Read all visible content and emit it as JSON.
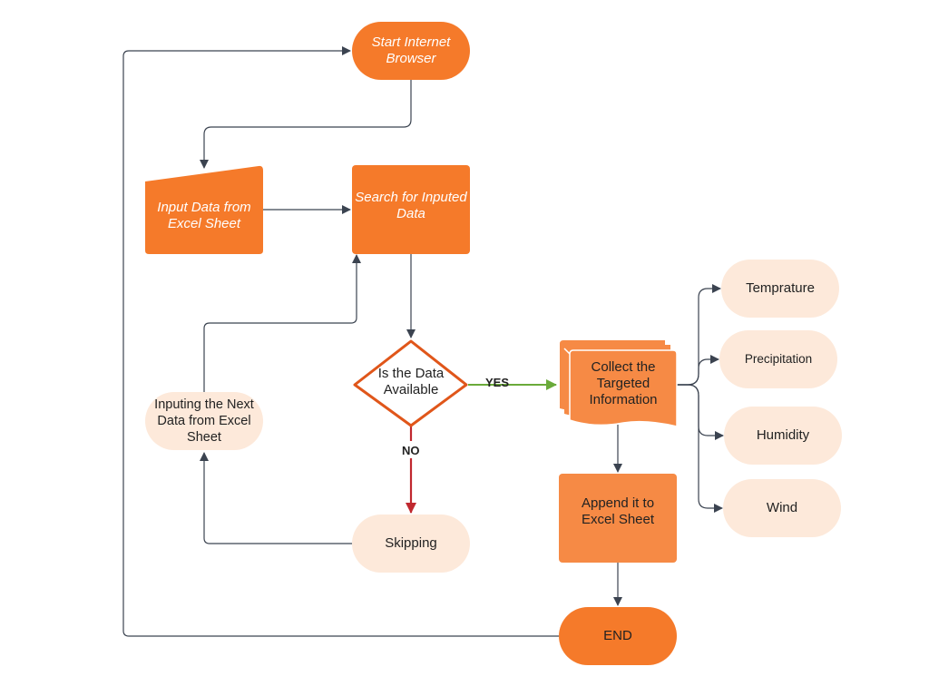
{
  "nodes": {
    "start": "Start Internet\nBrowser",
    "input_data": "Input Data from\nExcel Sheet",
    "search": "Search for Inputed\nData",
    "decision": "Is the Data\nAvailable",
    "collect": "Collect the\nTargeted\nInformation",
    "inputing_next": "Inputing the Next\nData from Excel\nSheet",
    "skipping": "Skipping",
    "append": "Append it to\nExcel Sheet",
    "end": "END",
    "temprature": "Temprature",
    "precipitation": "Precipitation",
    "humidity": "Humidity",
    "wind": "Wind"
  },
  "edge_labels": {
    "yes": "YES",
    "no": "NO"
  },
  "colors": {
    "dark_orange": "#f57a2a",
    "mid_orange": "#f68a45",
    "light_peach": "#fde9da",
    "decision_border": "#e0561a",
    "yes_arrow": "#6aaa3a",
    "no_arrow": "#c0282f",
    "connector": "#3b4350"
  }
}
